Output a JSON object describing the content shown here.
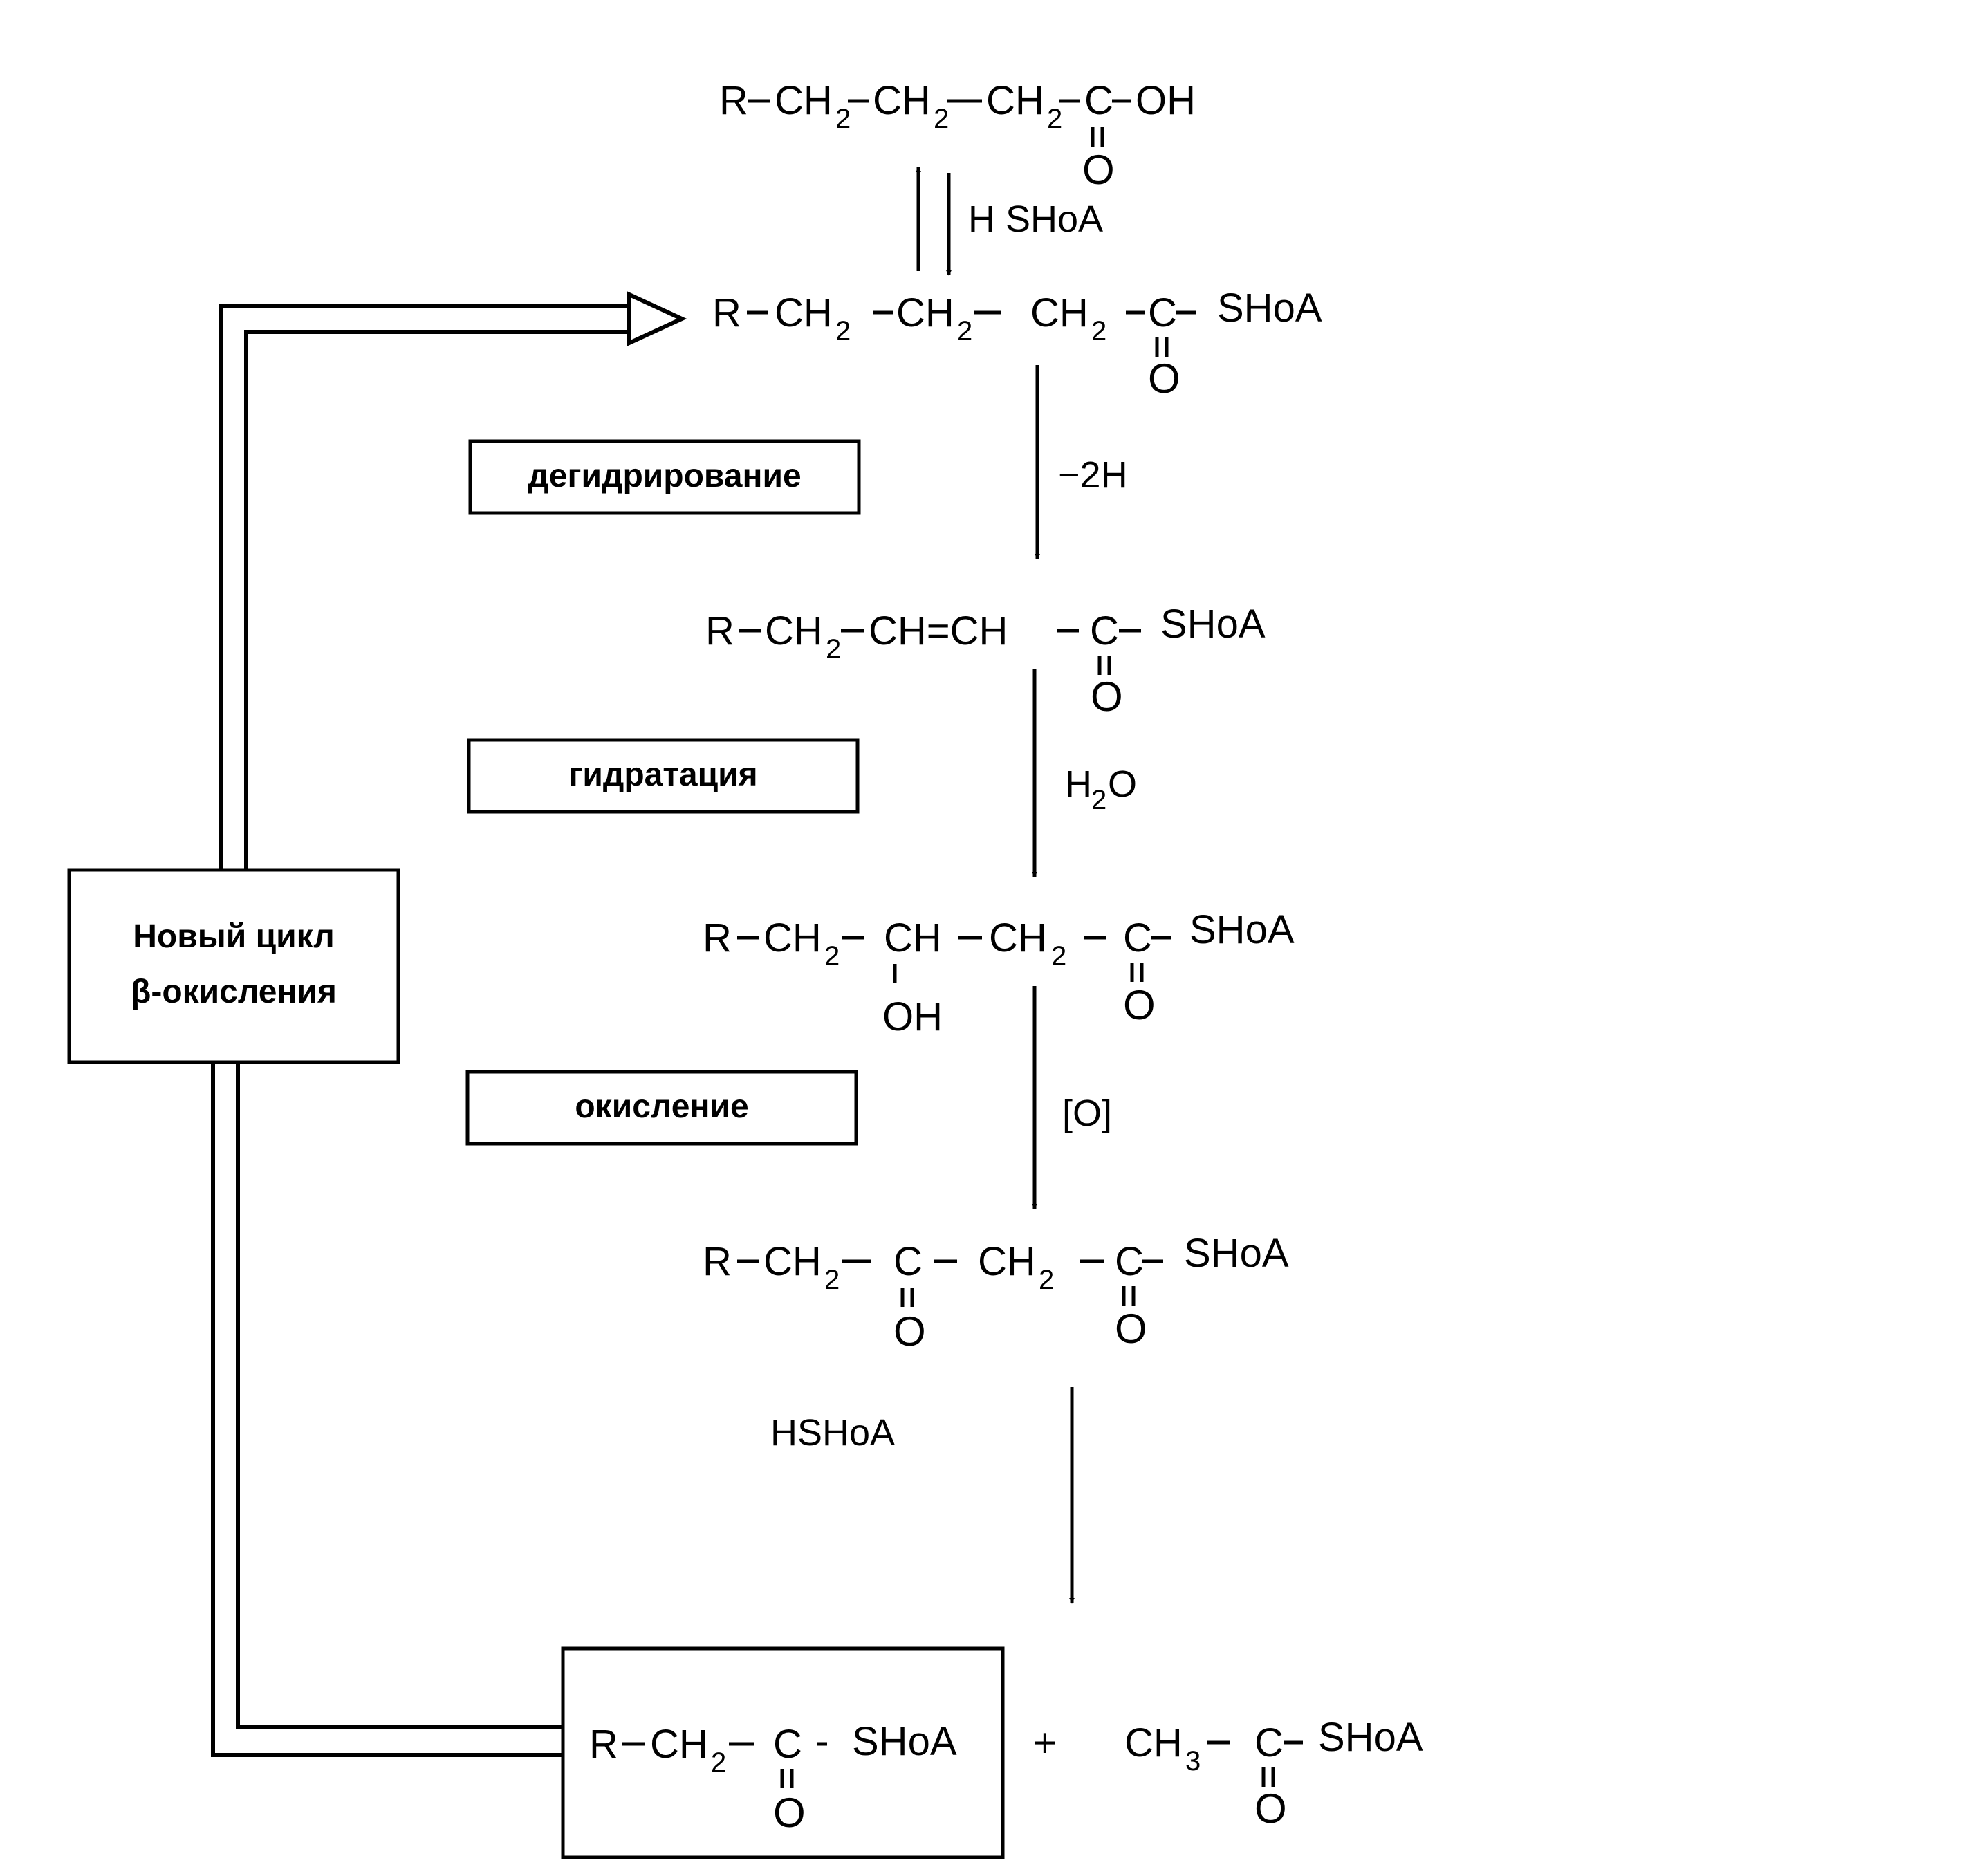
{
  "compounds": {
    "acid": {
      "r": "R",
      "ch2": "CH",
      "sub2": "2",
      "c": "C",
      "oh": "OH",
      "o": "O"
    },
    "acyl_coa": {
      "r": "R",
      "ch2": "CH",
      "sub2": "2",
      "c": "C",
      "shoa": "SHoA",
      "o": "O"
    },
    "enoyl_coa": {
      "r": "R",
      "ch2": "CH",
      "sub2": "2",
      "ch_eq_ch": "CH=CH",
      "c": "C",
      "shoa": "SHoA",
      "o": "O"
    },
    "hydroxyacyl_coa": {
      "r": "R",
      "ch2": "CH",
      "sub2": "2",
      "ch": "CH",
      "oh": "OH",
      "c": "C",
      "shoa": "SHoA",
      "o": "O"
    },
    "ketoacyl_coa": {
      "r": "R",
      "ch2": "CH",
      "sub2": "2",
      "c": "C",
      "shoa": "SHoA",
      "o": "O"
    },
    "shortened_acyl_coa": {
      "r": "R",
      "ch2": "CH",
      "sub2": "2",
      "c": "C",
      "shoa": "SHoA",
      "o": "O"
    },
    "acetyl_coa": {
      "ch3": "CH",
      "sub3": "3",
      "c": "C",
      "shoa": "SHoA",
      "o": "O"
    },
    "plus": "+"
  },
  "reagents": {
    "activation": "H SHoA",
    "dehydrogenation": "−2H",
    "hydration_h": "H",
    "hydration_sub": "2",
    "hydration_o": "O",
    "oxidation": "[O]",
    "thiolysis": "HSHoA"
  },
  "steps": {
    "dehydrogenation": "дегидрирование",
    "hydration": "гидратация",
    "oxidation": "окисление"
  },
  "cycle_box": {
    "line1": "Новый цикл",
    "line2": "β-окисления"
  }
}
